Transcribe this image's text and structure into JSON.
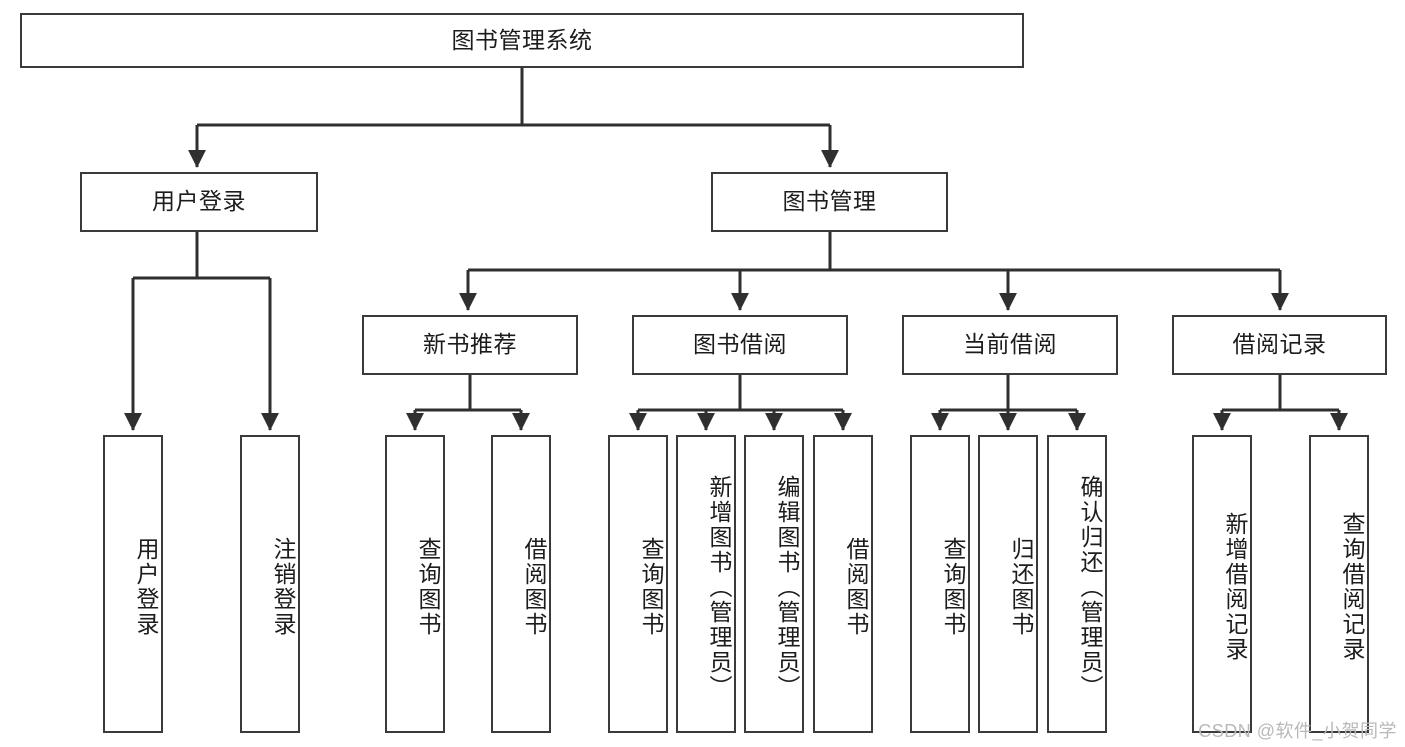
{
  "diagram": {
    "type": "hierarchy-tree",
    "title": "图书管理系统",
    "root": {
      "id": "root",
      "label": "图书管理系统"
    },
    "level2": [
      {
        "id": "user-login",
        "label": "用户登录"
      },
      {
        "id": "book-management",
        "label": "图书管理"
      }
    ],
    "level3": [
      {
        "id": "new-book-recommend",
        "label": "新书推荐",
        "parent": "book-management"
      },
      {
        "id": "book-borrow",
        "label": "图书借阅",
        "parent": "book-management"
      },
      {
        "id": "current-borrow",
        "label": "当前借阅",
        "parent": "book-management"
      },
      {
        "id": "borrow-record",
        "label": "借阅记录",
        "parent": "book-management"
      }
    ],
    "leaves": [
      {
        "id": "leaf-user-login",
        "label": "用户登录",
        "parent": "user-login"
      },
      {
        "id": "leaf-logout-login",
        "label": "注销登录",
        "parent": "user-login"
      },
      {
        "id": "leaf-query-book-1",
        "label": "查询图书",
        "parent": "new-book-recommend"
      },
      {
        "id": "leaf-borrow-book-1",
        "label": "借阅图书",
        "parent": "new-book-recommend"
      },
      {
        "id": "leaf-query-book-2",
        "label": "查询图书",
        "parent": "book-borrow"
      },
      {
        "id": "leaf-add-book",
        "label": "新增图书（管理员）",
        "parent": "book-borrow"
      },
      {
        "id": "leaf-edit-book",
        "label": "编辑图书（管理员）",
        "parent": "book-borrow"
      },
      {
        "id": "leaf-borrow-book-2",
        "label": "借阅图书",
        "parent": "book-borrow"
      },
      {
        "id": "leaf-query-book-3",
        "label": "查询图书",
        "parent": "current-borrow"
      },
      {
        "id": "leaf-return-book",
        "label": "归还图书",
        "parent": "current-borrow"
      },
      {
        "id": "leaf-confirm-return",
        "label": "确认归还（管理员）",
        "parent": "current-borrow"
      },
      {
        "id": "leaf-add-record",
        "label": "新增借阅记录",
        "parent": "borrow-record"
      },
      {
        "id": "leaf-query-record",
        "label": "查询借阅记录",
        "parent": "borrow-record"
      }
    ],
    "colors": {
      "stroke": "#3a3a3a",
      "fill": "#ffffff",
      "text": "#1c1c1c",
      "watermark": "#b9b9b9"
    }
  },
  "watermark": {
    "text": "CSDN @软件_小贺同学"
  }
}
